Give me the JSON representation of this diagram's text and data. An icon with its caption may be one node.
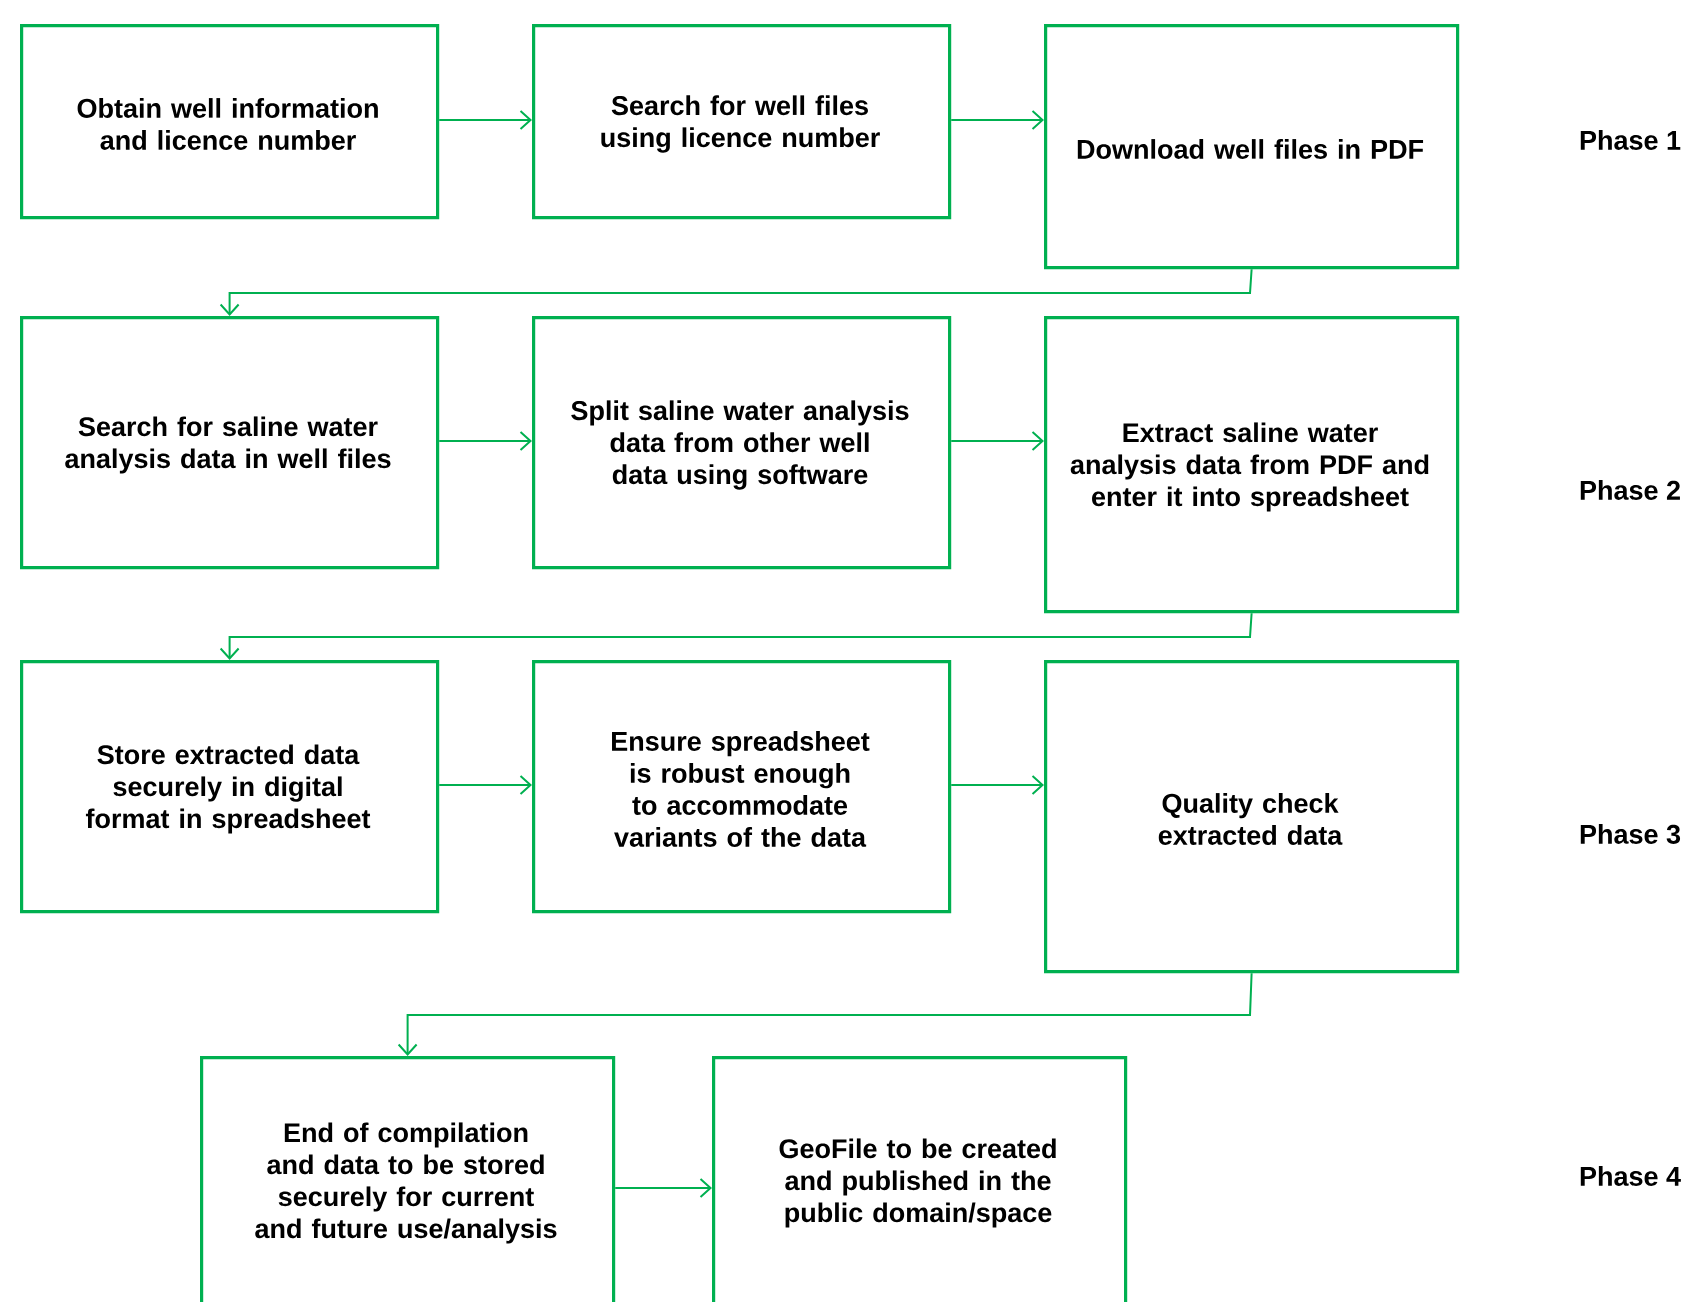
{
  "diagram": {
    "nodes": [
      {
        "text": [
          "Obtain well information and licence number"
        ]
      },
      {
        "text": [
          "Search for well files using licence number"
        ]
      },
      {
        "text": [
          "Download well files in PDF"
        ]
      },
      {
        "text": [
          "Search for saline water analysis data in well files"
        ]
      },
      {
        "text": [
          "Split saline water analysis data from other well data using software"
        ]
      },
      {
        "text": [
          "Extract saline water analysis data from PDF and enter it into spreadsheet"
        ]
      },
      {
        "text": [
          "Store extracted data securely in digital format in spreadsheet"
        ]
      },
      {
        "text": [
          "Ensure spreadsheet is robust enough to accommodate variants of the data"
        ]
      },
      {
        "text": [
          "Quality check extracted data"
        ]
      },
      {
        "text": [
          "End of compilation and data to be stored securely for current and future use/analysis"
        ]
      },
      {
        "text": [
          "GeoFile to be created and published in the public domain/space"
        ]
      }
    ],
    "edges": [
      {
        "from": 0,
        "to": 1,
        "arrow": "to"
      },
      {
        "from": 1,
        "to": 2,
        "arrow": "to"
      },
      {
        "from": 2,
        "to": 3,
        "arrow": "to"
      },
      {
        "from": 3,
        "to": 4,
        "arrow": "to"
      },
      {
        "from": 4,
        "to": 5,
        "arrow": "to"
      },
      {
        "from": 5,
        "to": 6,
        "arrow": "to"
      },
      {
        "from": 6,
        "to": 7,
        "arrow": "to"
      },
      {
        "from": 7,
        "to": 8,
        "arrow": "to"
      },
      {
        "from": 8,
        "to": 9,
        "arrow": "to"
      },
      {
        "from": 9,
        "to": 10,
        "arrow": "to"
      }
    ],
    "labels": [
      "Phase 1",
      "Phase 2",
      "Phase 3",
      "Phase 4"
    ]
  }
}
